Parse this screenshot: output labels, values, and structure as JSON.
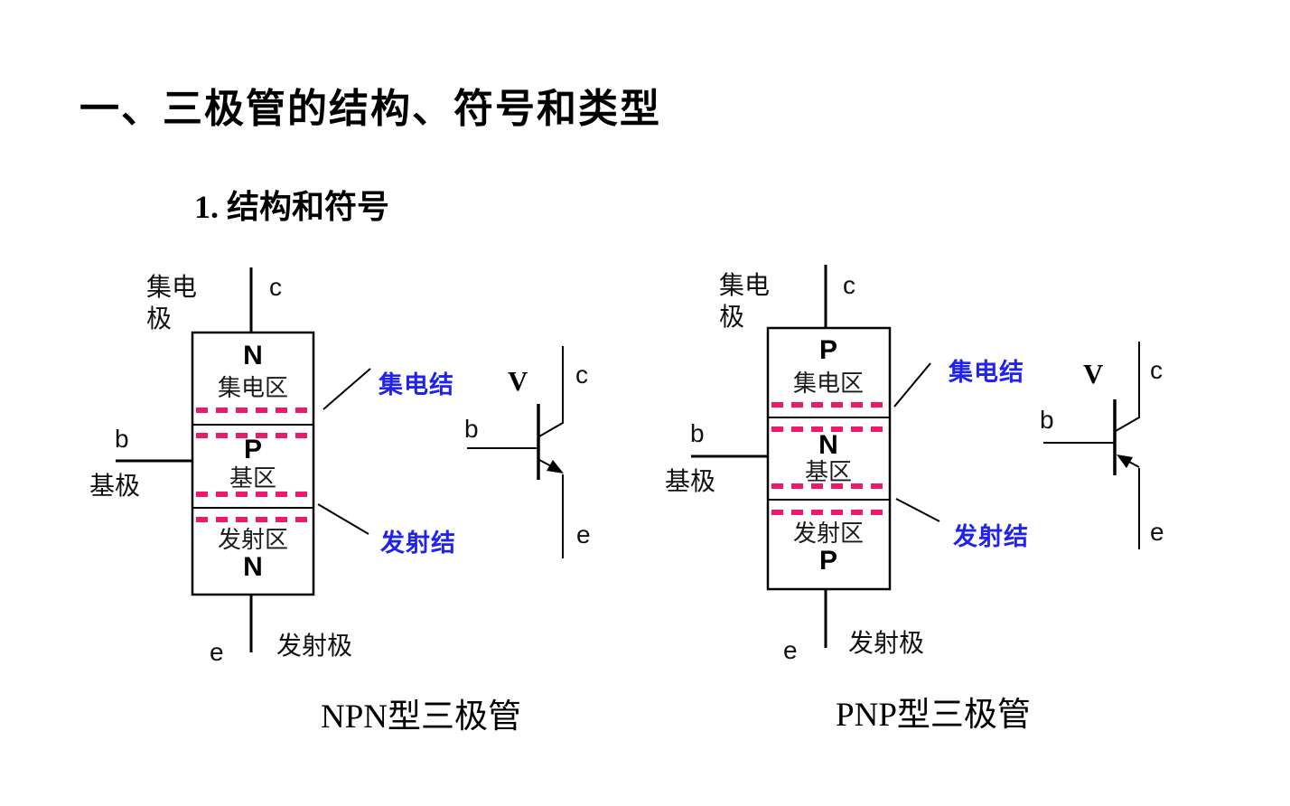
{
  "slide": {
    "title": "一、三极管的结构、符号和类型",
    "subtitle": "1. 结构和符号"
  },
  "colors": {
    "background": "#ffffff",
    "line": "#000000",
    "junction_dash": "#EB1A6C",
    "junction_text": "#2222EE"
  },
  "npn": {
    "caption": "NPN型三极管",
    "collector_electrode": "集电\n极",
    "base_electrode": "基极",
    "emitter_electrode": "发射极",
    "terminal_c": "c",
    "terminal_b": "b",
    "terminal_e": "e",
    "region_top_doping": "N",
    "region_top_name": "集电区",
    "region_mid_doping": "P",
    "region_mid_name": "基区",
    "region_bottom_name": "发射区",
    "region_bottom_doping": "N",
    "collector_junction": "集电结",
    "emitter_junction": "发射结",
    "symbol": {
      "designator": "V",
      "c": "c",
      "b": "b",
      "e": "e"
    }
  },
  "pnp": {
    "caption": "PNP型三极管",
    "collector_electrode": "集电\n极",
    "base_electrode": "基极",
    "emitter_electrode": "发射极",
    "terminal_c": "c",
    "terminal_b": "b",
    "terminal_e": "e",
    "region_top_doping": "P",
    "region_top_name": "集电区",
    "region_mid_doping": "N",
    "region_mid_name": "基区",
    "region_bottom_name": "发射区",
    "region_bottom_doping": "P",
    "collector_junction": "集电结",
    "emitter_junction": "发射结",
    "symbol": {
      "designator": "V",
      "c": "c",
      "b": "b",
      "e": "e"
    }
  }
}
